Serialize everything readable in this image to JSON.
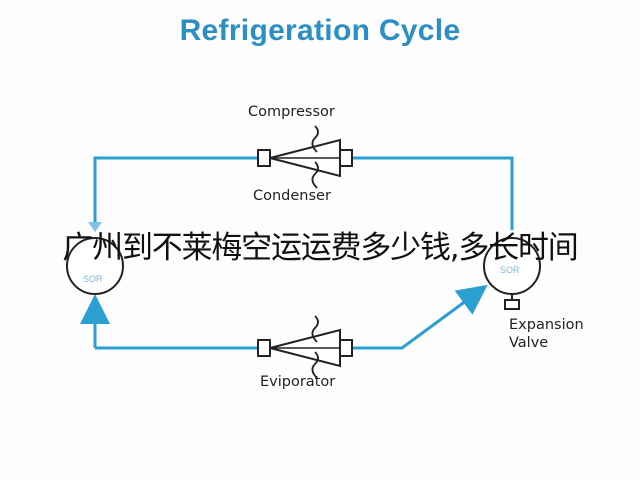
{
  "title": "Refrigeration Cycle",
  "labels": {
    "compressor": "Compressor",
    "condenser": "Condenser",
    "evaporator": "Eviporator",
    "expansion_line1": "Expansion",
    "expansion_line2": "Valve"
  },
  "sensor_left_text": "SOR",
  "sensor_right_text": "SOR",
  "overlay_text": "广州到不莱梅空运运费多少钱,多长时间",
  "colors": {
    "title": "#2b8fc4",
    "pipe": "#2a9fd0",
    "outline": "#222222"
  }
}
